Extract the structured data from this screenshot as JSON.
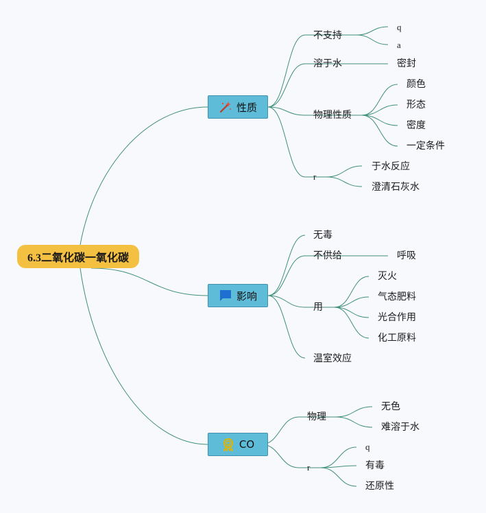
{
  "root": "6.3二氧化碳一氧化碳",
  "branches": {
    "properties": {
      "label": "性质",
      "icon": "magic-wand-icon",
      "not_support": {
        "label": "不支持",
        "children": [
          "q",
          "a"
        ]
      },
      "dissolve": {
        "label": "溶于水",
        "children": [
          "密封"
        ]
      },
      "physical": {
        "label": "物理性质",
        "children": [
          "颜色",
          "形态",
          "密度",
          "一定条件"
        ]
      },
      "chemical": {
        "label": "r",
        "children": [
          "于水反应",
          "澄清石灰水"
        ]
      }
    },
    "effects": {
      "label": "影响",
      "icon": "flag-icon",
      "nontoxic": {
        "label": "无毒"
      },
      "no_supply": {
        "label": "不供给",
        "children": [
          "呼吸"
        ]
      },
      "uses": {
        "label": "用",
        "children": [
          "灭火",
          "气态肥料",
          "光合作用",
          "化工原料"
        ]
      },
      "greenhouse": {
        "label": "温室效应"
      }
    },
    "co": {
      "label": "CO",
      "icon": "medal-icon",
      "physical": {
        "label": "物理",
        "children": [
          "无色",
          "难溶于水"
        ]
      },
      "chemical": {
        "label": "r",
        "children": [
          "q",
          "有毒",
          "还原性"
        ]
      }
    }
  },
  "colors": {
    "line": "#3f8f78",
    "root": "#f4c042",
    "branch": "#5ebcd9"
  }
}
